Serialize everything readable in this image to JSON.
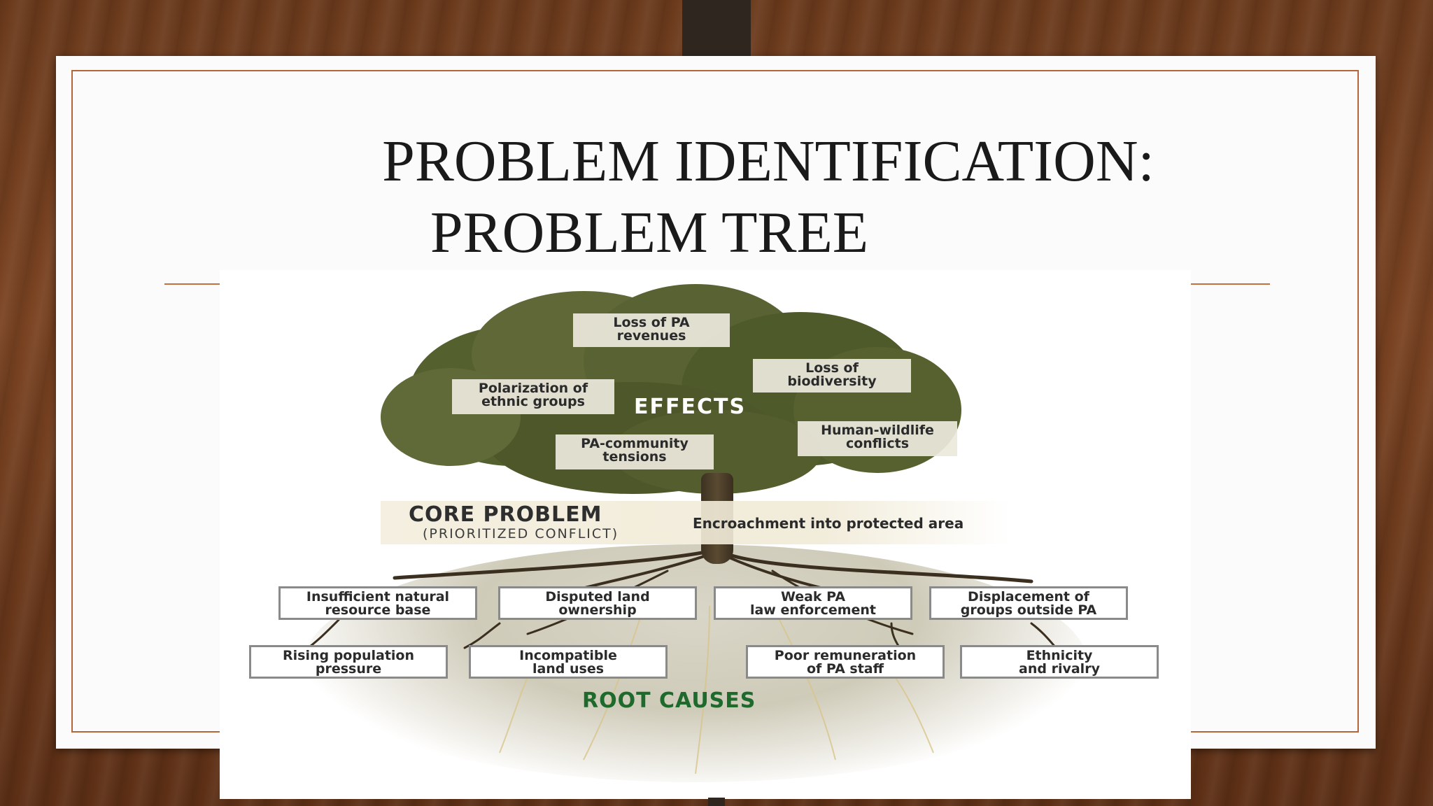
{
  "slide": {
    "title_line1": "PROBLEM IDENTIFICATION:",
    "title_line2": "PROBLEM TREE"
  },
  "diagram": {
    "effects_label": "EFFECTS",
    "effects": [
      {
        "line1": "Loss of PA",
        "line2": "revenues"
      },
      {
        "line1": "Loss of",
        "line2": "biodiversity"
      },
      {
        "line1": "Polarization of",
        "line2": "ethnic groups"
      },
      {
        "line1": "Human-wildlife",
        "line2": "conflicts"
      },
      {
        "line1": "PA-community",
        "line2": "tensions"
      }
    ],
    "core_problem": {
      "title": "CORE PROBLEM",
      "subtitle": "(PRIORITIZED CONFLICT)",
      "text": "Encroachment into protected area"
    },
    "root_causes_label": "ROOT CAUSES",
    "primary_causes": [
      {
        "line1": "Insufficient natural",
        "line2": "resource base"
      },
      {
        "line1": "Disputed land",
        "line2": "ownership"
      },
      {
        "line1": "Weak PA",
        "line2": "law enforcement"
      },
      {
        "line1": "Displacement of",
        "line2": "groups outside PA"
      }
    ],
    "secondary_causes": [
      {
        "line1": "Rising population",
        "line2": "pressure"
      },
      {
        "line1": "Incompatible",
        "line2": "land uses"
      },
      {
        "line1": "Poor remuneration",
        "line2": "of PA staff"
      },
      {
        "line1": "Ethnicity",
        "line2": "and rivalry"
      }
    ],
    "colors": {
      "canopy": "#5a6233",
      "root_causes_text": "#1e6a2c",
      "frame_accent": "#b5653a"
    }
  }
}
